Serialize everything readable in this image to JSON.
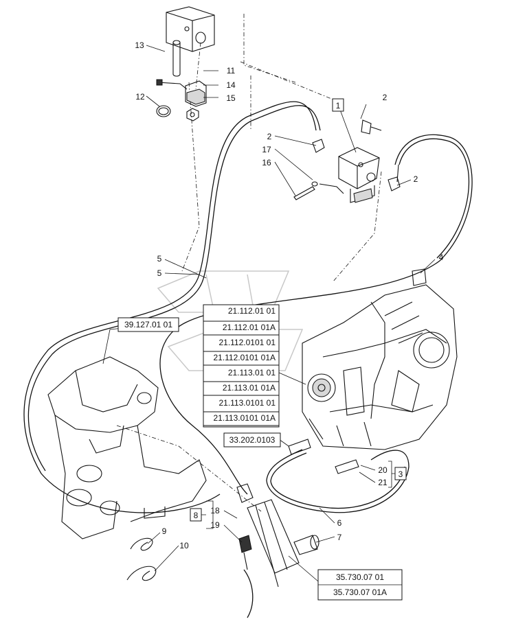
{
  "callouts": [
    "1",
    "2",
    "2",
    "2",
    "3",
    "4",
    "5",
    "5",
    "6",
    "7",
    "8",
    "9",
    "10",
    "11",
    "12",
    "13",
    "14",
    "15",
    "16",
    "17",
    "18",
    "19",
    "20",
    "21"
  ],
  "references": [
    "21.112.01 01",
    "21.112.01 01A",
    "21.112.0101 01",
    "21.112.0101 01A",
    "21.113.01 01",
    "21.113.01 01A",
    "21.113.0101 01",
    "21.113.0101 01A",
    "39.127.01 01",
    "33.202.0103",
    "35.730.07 01",
    "35.730.07 01A"
  ]
}
